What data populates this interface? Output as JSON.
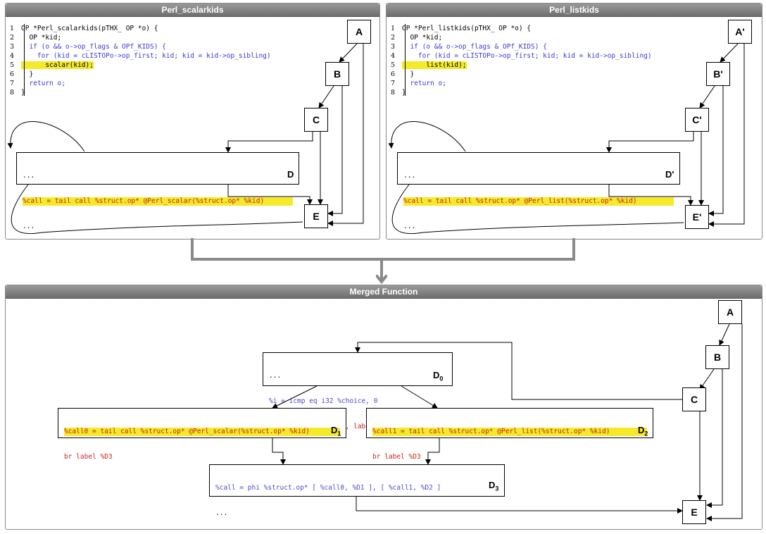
{
  "panels": {
    "left_title": "Perl_scalarkids",
    "right_title": "Perl_listkids",
    "merged_title": "Merged Function"
  },
  "left_code": [
    {
      "n": "1",
      "t": "OP *Perl_scalarkids(pTHX_ OP *o) {"
    },
    {
      "n": "2",
      "t": "  OP *kid;"
    },
    {
      "n": "3",
      "t": "  if (o && o->op_flags & OPf_KIDS) {"
    },
    {
      "n": "4",
      "t": "    for (kid = cLISTOPo->op_first; kid; kid = kid->op_sibling)"
    },
    {
      "n": "5",
      "t": "      scalar(kid);"
    },
    {
      "n": "6",
      "t": "  }"
    },
    {
      "n": "7",
      "t": "  return o;"
    },
    {
      "n": "8",
      "t": "}"
    }
  ],
  "right_code": [
    {
      "n": "1",
      "t": "OP *Perl_listkids(pTHX_ OP *o) {"
    },
    {
      "n": "2",
      "t": "  OP *kid;"
    },
    {
      "n": "3",
      "t": "  if (o && o->op_flags & OPf_KIDS) {"
    },
    {
      "n": "4",
      "t": "    for (kid = cLISTOPo->op_first; kid; kid = kid->op_sibling)"
    },
    {
      "n": "5",
      "t": "      list(kid);"
    },
    {
      "n": "6",
      "t": "  }"
    },
    {
      "n": "7",
      "t": "  return o;"
    },
    {
      "n": "8",
      "t": "}"
    }
  ],
  "left_nodes": {
    "a": "A",
    "b": "B",
    "c": "C",
    "e": "E",
    "d": "D"
  },
  "right_nodes": {
    "a": "A'",
    "b": "B'",
    "c": "C'",
    "e": "E'",
    "d": "D'"
  },
  "left_d_block": {
    "l1": "...",
    "l2": "%call = tail call %struct.op* @Perl_scalar(%struct.op* %kid)",
    "l3": "..."
  },
  "right_d_block": {
    "l1": "...",
    "l2": "%call = tail call %struct.op* @Perl_list(%struct.op* %kid)",
    "l3": "..."
  },
  "merged_nodes": {
    "a": "A",
    "b": "B",
    "c": "C",
    "e": "E"
  },
  "d0": {
    "l1": "...",
    "l2": "%i = icmp eq i32 %choice, 0",
    "l3": "br i1 %i, label %D1, label %D2",
    "label": "D",
    "sub": "0"
  },
  "d1": {
    "l1": "%call0 = tail call %struct.op* @Perl_scalar(%struct.op* %kid)",
    "l2": "br label %D3",
    "label": "D",
    "sub": "1"
  },
  "d2": {
    "l1": "%call1 = tail call %struct.op* @Perl_list(%struct.op* %kid)",
    "l2": "br label %D3",
    "label": "D",
    "sub": "2"
  },
  "d3": {
    "l1": "%call = phi %struct.op* [ %call0, %D1 ], [ %call1, %D2 ]",
    "l2": "...",
    "label": "D",
    "sub": "3"
  }
}
